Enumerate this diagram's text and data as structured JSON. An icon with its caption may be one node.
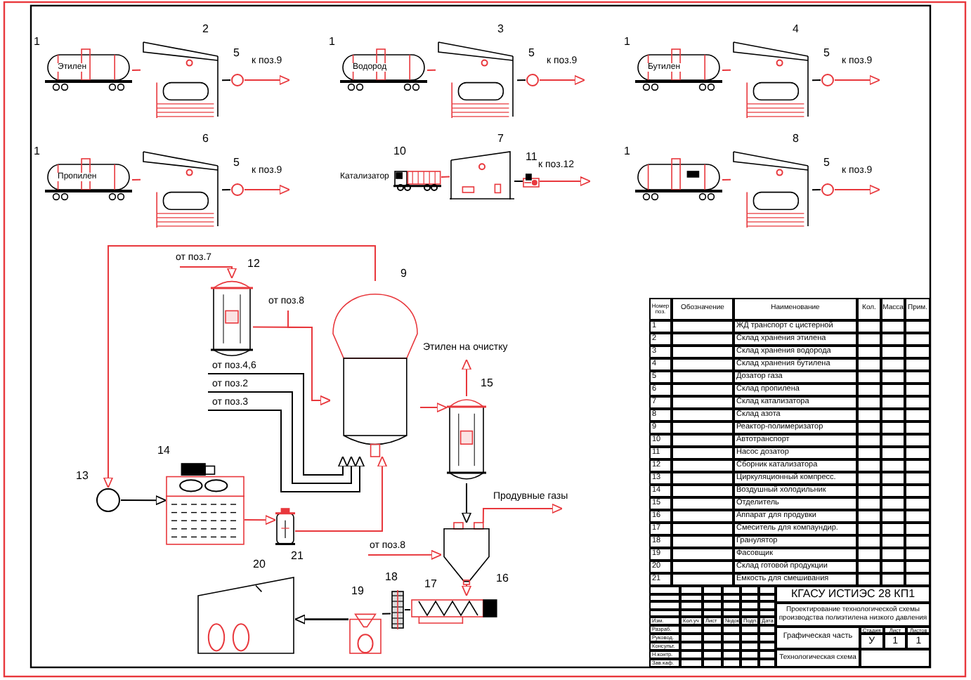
{
  "diagram": {
    "nodes": [
      {
        "text": [
          "Этилен"
        ],
        "beside": [
          "1"
        ]
      },
      {
        "text": [],
        "shape": "picture",
        "beside": [
          "2"
        ]
      },
      {
        "text": [],
        "shape": "circle",
        "beside": [
          "5"
        ]
      },
      {
        "text": [
          "Водород"
        ],
        "beside": [
          "1"
        ]
      },
      {
        "text": [],
        "shape": "picture",
        "beside": [
          "3"
        ]
      },
      {
        "text": [],
        "shape": "circle",
        "beside": [
          "5"
        ]
      },
      {
        "text": [
          "Бутилен"
        ],
        "beside": [
          "1"
        ]
      },
      {
        "text": [],
        "shape": "picture",
        "beside": [
          "4"
        ]
      },
      {
        "text": [],
        "shape": "circle",
        "beside": [
          "5"
        ]
      },
      {
        "text": [
          "Пропилен"
        ],
        "beside": [
          "1"
        ]
      },
      {
        "text": [],
        "shape": "picture",
        "beside": [
          "6"
        ]
      },
      {
        "text": [],
        "shape": "circle",
        "beside": [
          "5"
        ]
      },
      {
        "text": [],
        "shape": "picture",
        "beside": [
          "Катализатор",
          "10"
        ]
      },
      {
        "text": [],
        "shape": "picture",
        "beside": [
          "7"
        ]
      },
      {
        "text": [],
        "shape": "picture",
        "beside": [
          "11"
        ]
      },
      {
        "text": [],
        "shape": "picture",
        "beside": [
          "1"
        ]
      },
      {
        "text": [],
        "shape": "picture",
        "beside": [
          "8"
        ]
      },
      {
        "text": [],
        "shape": "circle",
        "beside": [
          "5"
        ]
      },
      {
        "text": [],
        "shape": "picture",
        "beside": [
          "12"
        ]
      },
      {
        "text": [],
        "shape": "picture",
        "beside": [
          "9"
        ]
      },
      {
        "text": [],
        "shape": "circle",
        "beside": [
          "13"
        ]
      },
      {
        "text": [],
        "shape": "picture",
        "beside": [
          "14"
        ]
      },
      {
        "text": [],
        "shape": "picture",
        "beside": [
          "21"
        ]
      },
      {
        "text": [],
        "shape": "picture",
        "beside": [
          "15"
        ]
      },
      {
        "text": [],
        "shape": "picture",
        "beside": [
          "16"
        ]
      },
      {
        "text": [],
        "shape": "picture",
        "beside": [
          "17"
        ]
      },
      {
        "text": [],
        "shape": "picture",
        "beside": [
          "18"
        ]
      },
      {
        "text": [],
        "shape": "picture",
        "beside": [
          "19"
        ]
      },
      {
        "text": [],
        "shape": "picture",
        "beside": [
          "20"
        ]
      }
    ],
    "edges": [
      {
        "from": 0,
        "to": 1,
        "arrow": "none"
      },
      {
        "from": 1,
        "to": 2,
        "arrow": "none",
        "color": "#000000"
      },
      {
        "from": 2,
        "to": null,
        "arrow": "to",
        "label": "к поз.9"
      },
      {
        "from": 3,
        "to": 4,
        "arrow": "none"
      },
      {
        "from": 4,
        "to": 5,
        "arrow": "none",
        "color": "#000000"
      },
      {
        "from": 5,
        "to": null,
        "arrow": "to",
        "label": "к поз.9"
      },
      {
        "from": 6,
        "to": 7,
        "arrow": "none"
      },
      {
        "from": 7,
        "to": 8,
        "arrow": "none",
        "color": "#000000"
      },
      {
        "from": 8,
        "to": null,
        "arrow": "to",
        "label": "к поз.9"
      },
      {
        "from": 9,
        "to": 10,
        "arrow": "none"
      },
      {
        "from": 10,
        "to": 11,
        "arrow": "none",
        "color": "#000000"
      },
      {
        "from": 11,
        "to": null,
        "arrow": "to",
        "label": "к поз.9"
      },
      {
        "from": 12,
        "to": 13,
        "arrow": "none"
      },
      {
        "from": 13,
        "to": 14,
        "arrow": "none",
        "color": "#000000"
      },
      {
        "from": 14,
        "to": null,
        "arrow": "to",
        "label": "к поз.12"
      },
      {
        "from": 15,
        "to": 16,
        "arrow": "none"
      },
      {
        "from": 16,
        "to": 17,
        "arrow": "none",
        "color": "#000000"
      },
      {
        "from": 17,
        "to": null,
        "arrow": "to",
        "label": "к поз.9"
      },
      {
        "from": null,
        "to": 18,
        "arrow": "to",
        "label": "от поз.7"
      },
      {
        "from": 18,
        "to": 19,
        "arrow": "to"
      },
      {
        "from": null,
        "to": 19,
        "arrow": "to",
        "label": "от поз.8"
      },
      {
        "from": 19,
        "to": 20,
        "arrow": "to"
      },
      {
        "from": 20,
        "to": 21,
        "arrow": "to",
        "color": "#000000"
      },
      {
        "from": 21,
        "to": 22,
        "arrow": "to"
      },
      {
        "from": 22,
        "to": 19,
        "arrow": "to"
      },
      {
        "from": null,
        "to": 19,
        "arrow": "to",
        "label": "от поз.4,6",
        "color": "#000000"
      },
      {
        "from": null,
        "to": 19,
        "arrow": "to",
        "label": "от поз.2",
        "color": "#000000"
      },
      {
        "from": null,
        "to": 19,
        "arrow": "to",
        "label": "от поз.3",
        "color": "#000000"
      },
      {
        "from": 19,
        "to": 23,
        "arrow": "to"
      },
      {
        "from": 23,
        "to": null,
        "arrow": "to",
        "label": "Этилен на очистку"
      },
      {
        "from": 23,
        "to": 24,
        "arrow": "to",
        "color": "#000000"
      },
      {
        "from": 24,
        "to": null,
        "arrow": "to",
        "label": "Продувные газы"
      },
      {
        "from": null,
        "to": 24,
        "arrow": "to",
        "label": "от поз.8"
      },
      {
        "from": 24,
        "to": 25,
        "arrow": "to"
      },
      {
        "from": 25,
        "to": 26,
        "arrow": "none",
        "color": "#000000"
      },
      {
        "from": 26,
        "to": 27,
        "arrow": "none",
        "color": "#000000"
      },
      {
        "from": 27,
        "to": 28,
        "arrow": "to",
        "color": "#000000"
      }
    ],
    "labels": [
      "Номер поз.",
      "Обозначение",
      "Наименование",
      "Кол.",
      "Масса",
      "Прим.",
      "1",
      "ЖД транспорт с цистерной",
      "2",
      "Склад хранения этилена",
      "3",
      "Склад хранения водорода",
      "4",
      "Склад хранения бутилена",
      "5",
      "Дозатор газа",
      "6",
      "Склад пропилена",
      "7",
      "Склад катализатора",
      "8",
      "Склад азота",
      "9",
      "Реактор-полимеризатор",
      "10",
      "Автотранспорт",
      "11",
      "Насос дозатор",
      "12",
      "Сборник катализатора",
      "13",
      "Циркуляционный компресс.",
      "14",
      "Воздушный холодильник",
      "15",
      "Отделитель",
      "16",
      "Аппарат для продувки",
      "17",
      "Смеситель для компаундир.",
      "18",
      "Гранулятор",
      "19",
      "Фасовщик",
      "20",
      "Склад готовой продукции",
      "21",
      "Емкость для смешивания",
      "КГАСУ ИСТИЭС 28 КП1",
      "Проектирование технологической схемы производства полиэтилена низкого давления",
      "Графическая часть",
      "Стадия",
      "Лист",
      "Листов",
      "У",
      "1",
      "1",
      "Технологическая схема",
      "Изм.",
      "Кол.уч",
      "Лист",
      "№док.",
      "Подп.",
      "Дата",
      "Разраб.",
      "Руковод.",
      "Консульт.",
      "Н.контр.",
      "Зав.каф."
    ]
  }
}
